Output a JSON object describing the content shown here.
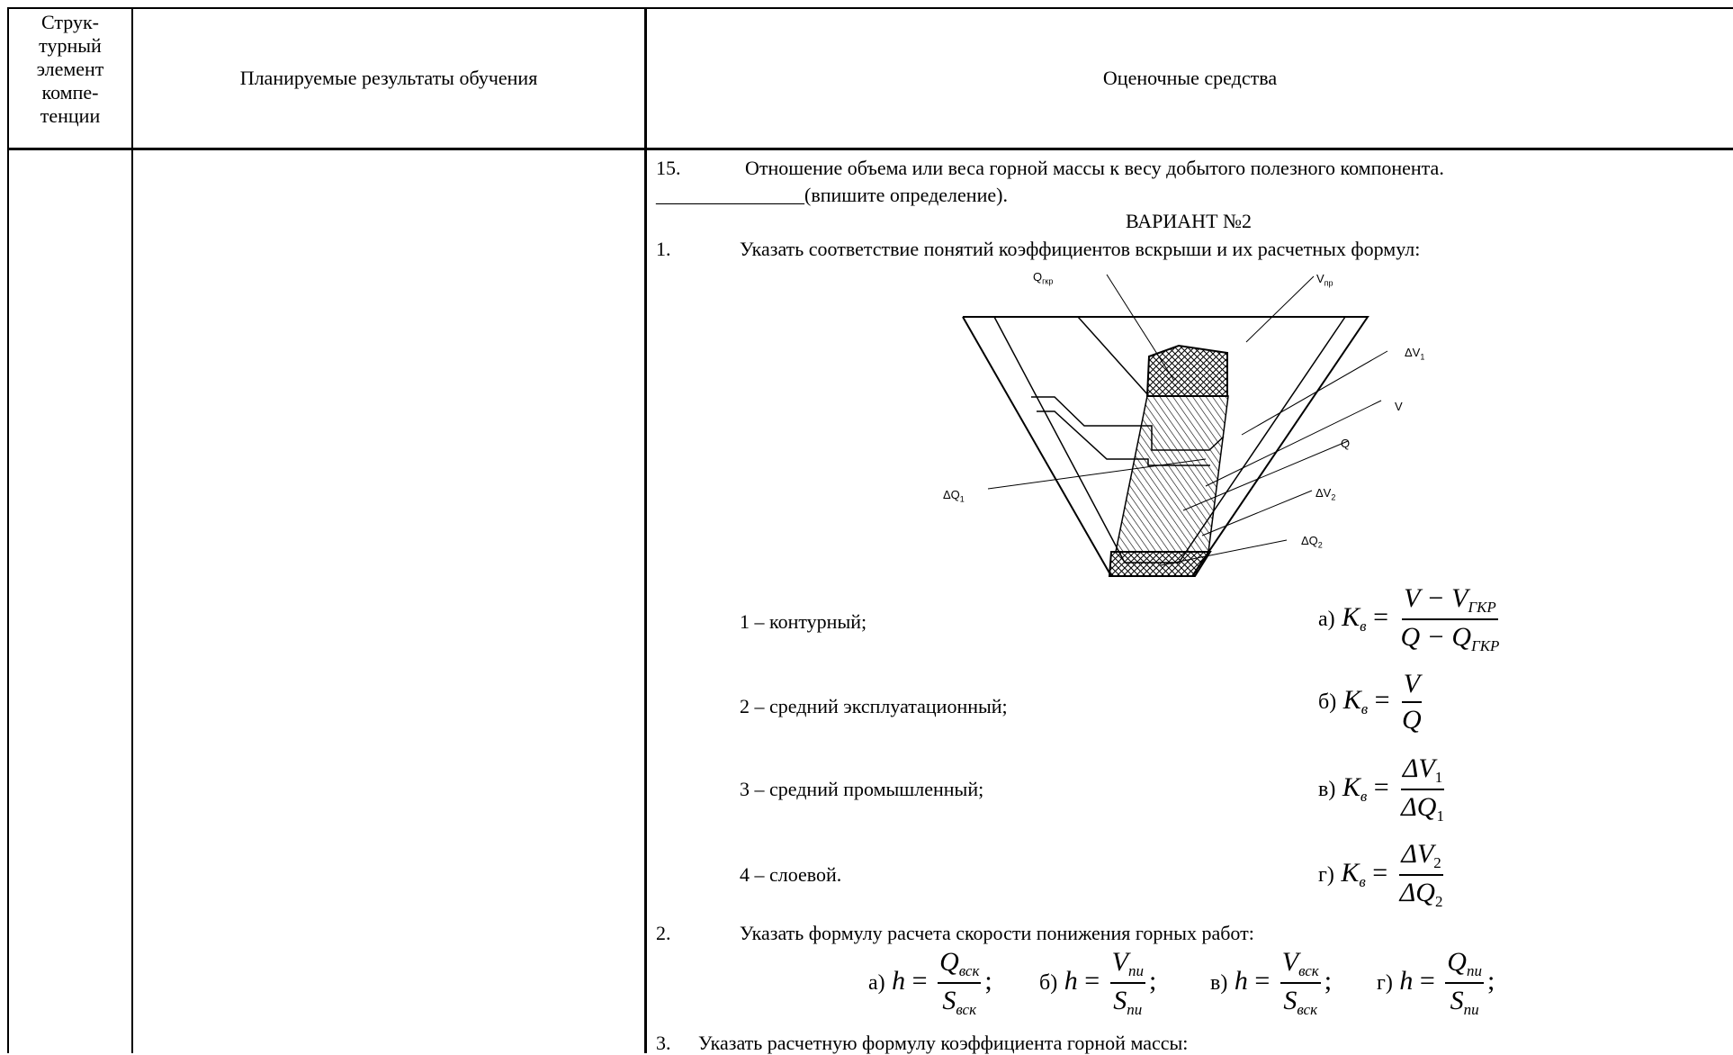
{
  "header": {
    "col1": "Струк-турный элемент компе-тенции",
    "col1_lines": [
      "Струк-",
      "турный",
      "элемент",
      "компе-",
      "тенции"
    ],
    "col2": "Планируемые результаты обучения",
    "col3": "Оценочные средства"
  },
  "content": {
    "item15_num": "15.",
    "item15_text": "Отношение объема или веса горной массы к весу добытого полезного компонента.",
    "item15_blank": "_______________(впишите определение).",
    "variant_title": "ВАРИАНТ №2",
    "q1_num": "1.",
    "q1_text": "Указать соответствие понятий коэффициентов вскрыши и их расчетных формул:",
    "diagram_labels": {
      "qgkr": "Q",
      "qgkr_sub": "гкр",
      "vpr": "V",
      "vpr_sub": "пр",
      "dv1": "ΔV",
      "dv1_sub": "1",
      "v": "V",
      "q": "Q",
      "dq1": "ΔQ",
      "dq1_sub": "1",
      "dv2": "ΔV",
      "dv2_sub": "2",
      "dq2": "ΔQ",
      "dq2_sub": "2"
    },
    "q1_items": [
      "1 – контурный;",
      "2 – средний эксплуатационный;",
      "3 – средний промышленный;",
      "4 – слоевой."
    ],
    "q1_options": [
      {
        "label": "а)",
        "lhs": "K",
        "lhs_sub": "в",
        "num": "V − V",
        "num_sub": "ГКР",
        "den": "Q − Q",
        "den_sub": "ГКР"
      },
      {
        "label": "б)",
        "lhs": "K",
        "lhs_sub": "в",
        "num": "V",
        "num_sub": "",
        "den": "Q",
        "den_sub": ""
      },
      {
        "label": "в)",
        "lhs": "K",
        "lhs_sub": "в",
        "num": "ΔV",
        "num_sub": "1",
        "den": "ΔQ",
        "den_sub": "1"
      },
      {
        "label": "г)",
        "lhs": "K",
        "lhs_sub": "в",
        "num": "ΔV",
        "num_sub": "2",
        "den": "ΔQ",
        "den_sub": "2"
      }
    ],
    "q2_num": "2.",
    "q2_text": "Указать формулу расчета скорости понижения горных работ:",
    "q2_options": [
      {
        "label": "а)",
        "lhs": "h",
        "num": "Q",
        "num_sub": "вск",
        "den": "S",
        "den_sub": "вск"
      },
      {
        "label": "б)",
        "lhs": "h",
        "num": "V",
        "num_sub": "пи",
        "den": "S",
        "den_sub": "пи"
      },
      {
        "label": "в)",
        "lhs": "h",
        "num": "V",
        "num_sub": "вск",
        "den": "S",
        "den_sub": "вск"
      },
      {
        "label": "г)",
        "lhs": "h",
        "num": "Q",
        "num_sub": "пи",
        "den": "S",
        "den_sub": "пи"
      }
    ],
    "q3_num": "3.",
    "q3_text": "Указать расчетную формулу коэффициента горной массы:"
  }
}
